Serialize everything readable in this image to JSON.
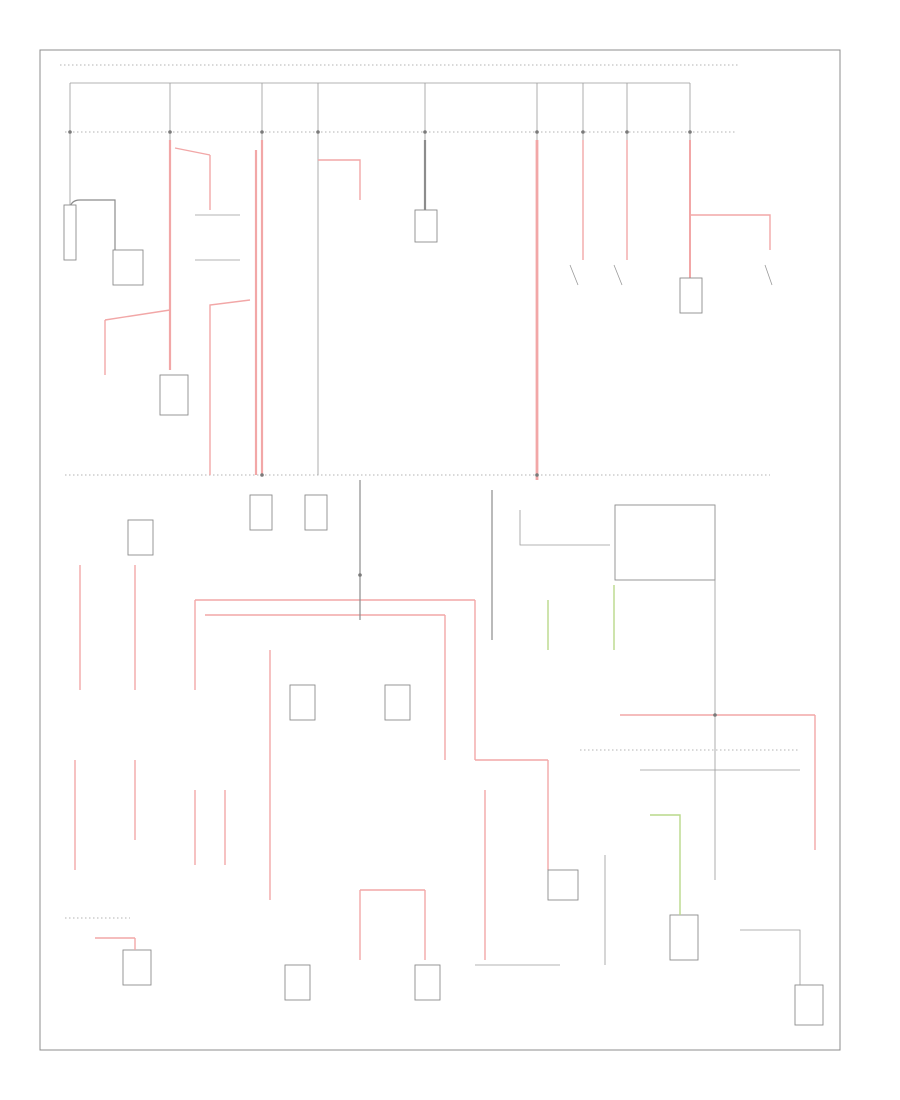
{
  "diagram": {
    "type": "automotive power distribution wiring schematic",
    "colors": {
      "power_wire": "#f2a7a7",
      "ground_or_signal_wire": "#8c8c8c",
      "alt_wire": "#b9d98a",
      "frame": "#8c8c8c"
    },
    "note": "",
    "footer_tag": "",
    "components": [
      {
        "id": "battery",
        "label": ""
      },
      {
        "id": "starter",
        "label": ""
      },
      {
        "id": "generator",
        "label": ""
      },
      {
        "id": "fuse-relay-box",
        "label": ""
      },
      {
        "id": "ignition-switch",
        "label": ""
      },
      {
        "id": "junction-block",
        "label": ""
      },
      {
        "id": "light-switch",
        "label": ""
      },
      {
        "id": "ground",
        "label": ""
      }
    ]
  }
}
